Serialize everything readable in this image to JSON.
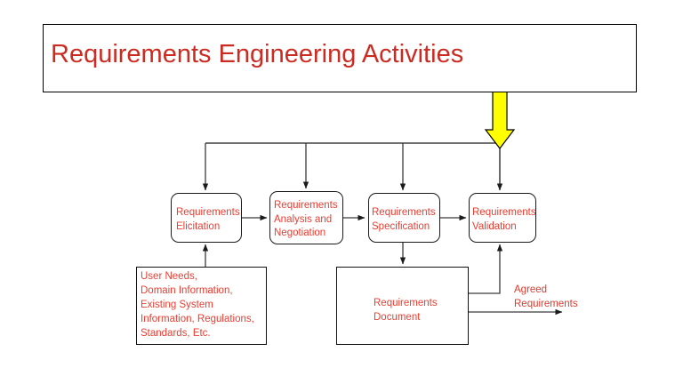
{
  "slide": {
    "title": "Requirements Engineering Activities",
    "title_color": "#cc2b22",
    "background": "#ffffff"
  },
  "palette": {
    "text_red": "#ee3b2f",
    "line_black": "#1a1a1a",
    "arrow_yellow": "#ffff00",
    "arrow_yellow_outline": "#000000"
  },
  "diagram": {
    "type": "flow-diagram",
    "entry_arrow": {
      "name": "yellow-down-arrow",
      "color": "#ffff00",
      "direction": "down"
    },
    "process_boxes": [
      {
        "id": "elicitation",
        "line1": "Requirements",
        "line2": "Elicitation",
        "line3": ""
      },
      {
        "id": "analysis",
        "line1": "Requirements",
        "line2": "Analysis and",
        "line3": "Negotiation"
      },
      {
        "id": "specification",
        "line1": "Requirements",
        "line2": "Specification",
        "line3": ""
      },
      {
        "id": "validation",
        "line1": "Requirements",
        "line2": "Validation",
        "line3": ""
      }
    ],
    "inputs_box": {
      "id": "inputs",
      "lines": [
        "User Needs,",
        "Domain Information,",
        "Existing System",
        "Information, Regulations,",
        "Standards, Etc."
      ]
    },
    "document_box": {
      "id": "requirements-document",
      "line1": "Requirements",
      "line2": "Document"
    },
    "output_label": {
      "id": "agreed-requirements",
      "line1": "Agreed",
      "line2": "Requirements"
    }
  }
}
